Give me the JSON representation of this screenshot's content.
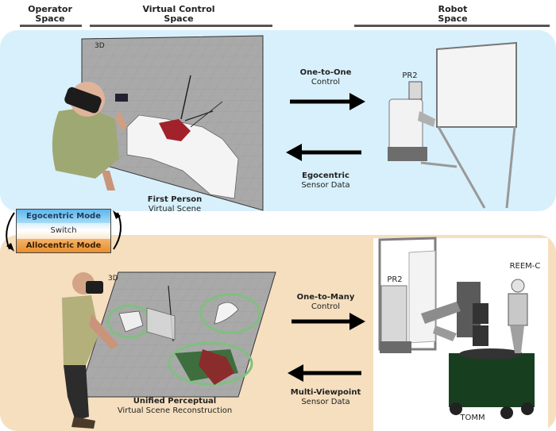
{
  "headers": {
    "operator_line1": "Operator",
    "operator_line2": "Space",
    "virtual_line1": "Virtual Control",
    "virtual_line2": "Space",
    "robot_line1": "Robot",
    "robot_line2": "Space"
  },
  "top": {
    "scene_tag": "3D",
    "scene_title": "First Person",
    "scene_sub": "Virtual Scene",
    "control_title": "One-to-One",
    "control_sub": "Control",
    "sensor_title": "Egocentric",
    "sensor_sub": "Sensor Data",
    "robot_label": "PR2"
  },
  "switch": {
    "ego": "Egocentric Mode",
    "mid": "Switch",
    "allo": "Allocentric Mode"
  },
  "bottom": {
    "scene_tag": "3D",
    "scene_title": "Unified Perceptual",
    "scene_sub": "Virtual Scene Reconstruction",
    "control_title": "One-to-Many",
    "control_sub": "Control",
    "sensor_title": "Multi-Viewpoint",
    "sensor_sub": "Sensor Data",
    "robot_pr2": "PR2",
    "robot_reemc": "REEM-C",
    "robot_tomm": "TOMM"
  },
  "colors": {
    "top_panel": "#d8f0fb",
    "bottom_panel": "#f5dfbf",
    "egocentric": "#5db6ee",
    "allocentric": "#ea8f2c"
  }
}
